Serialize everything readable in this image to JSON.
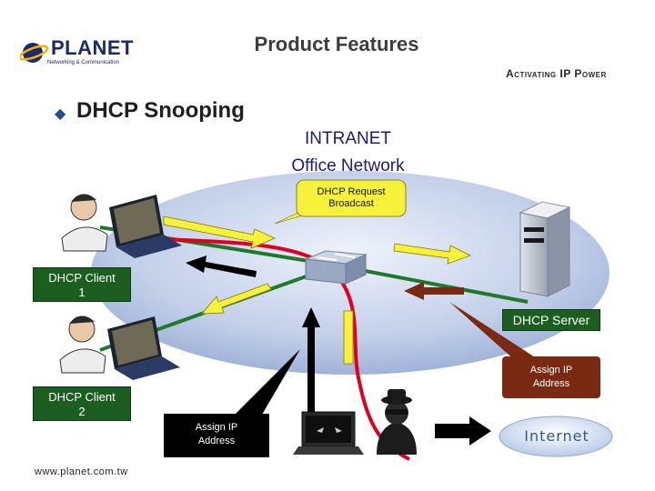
{
  "header": {
    "title": "Product Features",
    "logo": "PLANET",
    "logo_subtitle": "Networking & Communication",
    "tagline": "Activating IP Power"
  },
  "section": {
    "heading": "DHCP Snooping"
  },
  "diagram": {
    "network_name_line1": "INTRANET",
    "network_name_line2": "Office Network",
    "request_callout_line1": "DHCP Request",
    "request_callout_line2": "Broadcast",
    "client1_line1": "DHCP Client",
    "client1_line2": "1",
    "client2_line1": "DHCP Client",
    "client2_line2": "2",
    "server_label": "DHCP Server",
    "legit_assign_line1": "Assign IP",
    "legit_assign_line2": "Address",
    "rogue_assign_line1": "Assign IP",
    "rogue_assign_line2": "Address",
    "internet_label": "Internet"
  },
  "footer": {
    "url": "www.planet.com.tw"
  },
  "colors": {
    "request_path": "#1d7a2a",
    "rogue_path": "#e0001b",
    "cloud": "#b8c8e8",
    "client_label": "#1b5e20",
    "server_assign_label": "#7a2a12"
  }
}
